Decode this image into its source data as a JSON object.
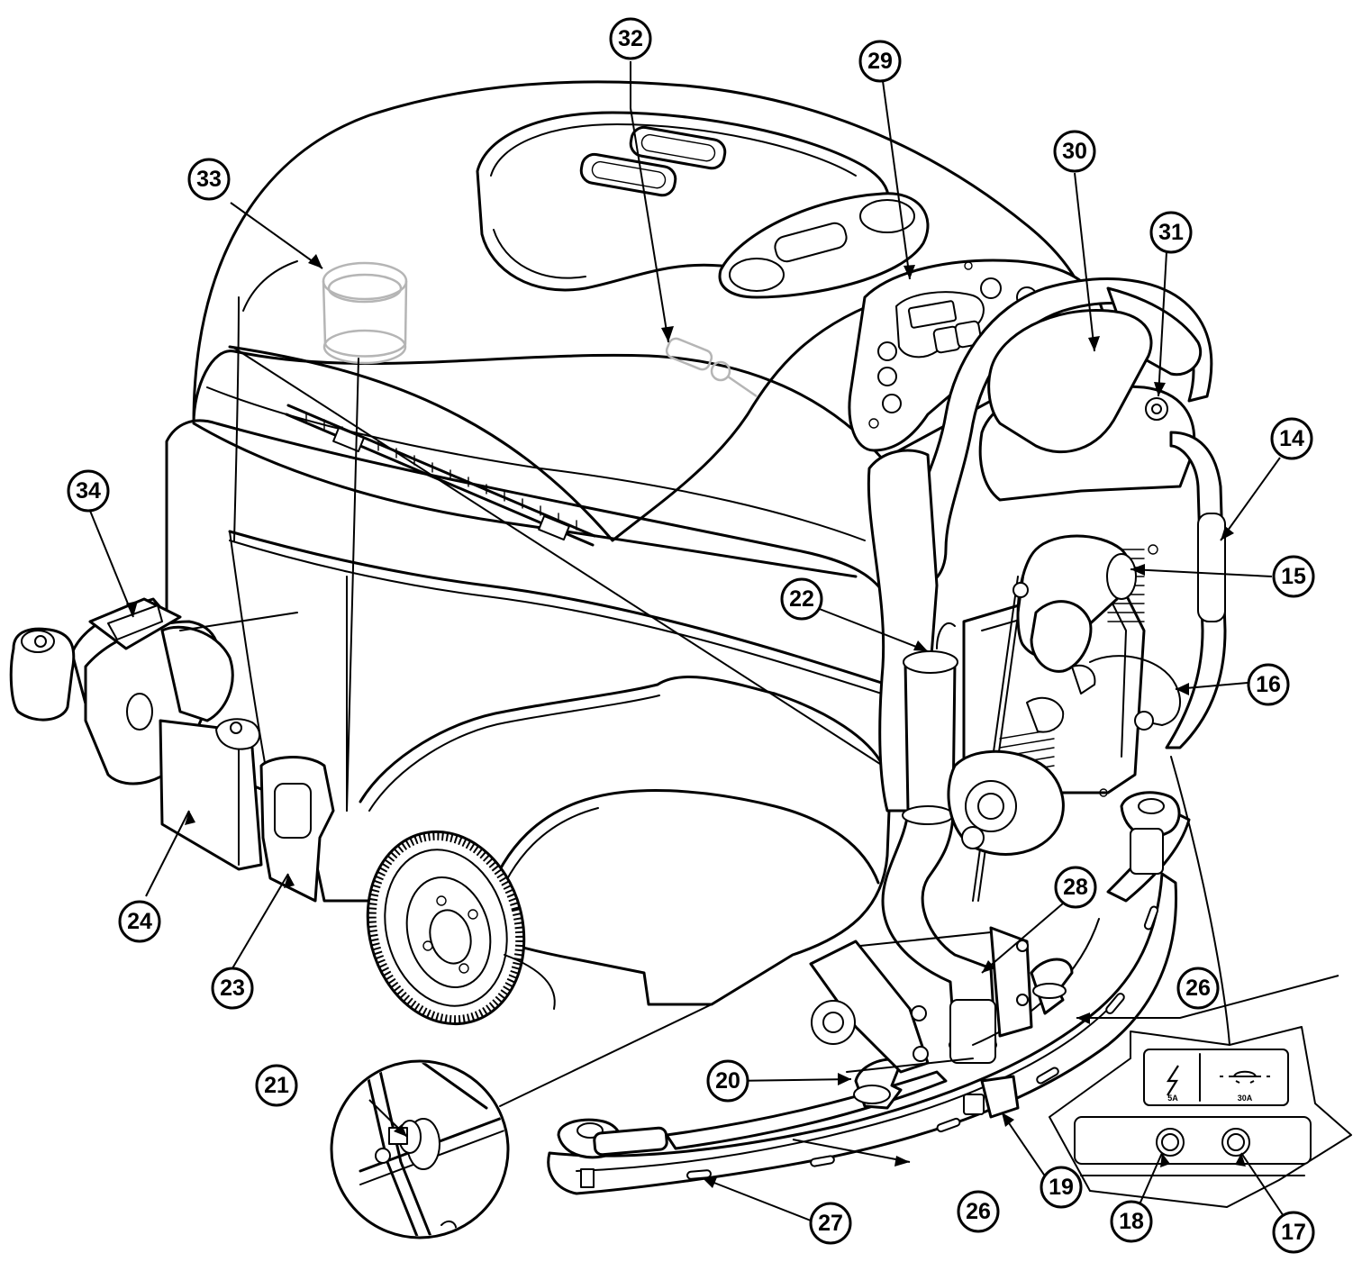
{
  "callouts": [
    {
      "id": "14",
      "label": "14"
    },
    {
      "id": "15",
      "label": "15"
    },
    {
      "id": "16",
      "label": "16"
    },
    {
      "id": "17",
      "label": "17"
    },
    {
      "id": "18",
      "label": "18"
    },
    {
      "id": "19",
      "label": "19"
    },
    {
      "id": "20",
      "label": "20"
    },
    {
      "id": "21",
      "label": "21"
    },
    {
      "id": "22",
      "label": "22"
    },
    {
      "id": "23",
      "label": "23"
    },
    {
      "id": "24",
      "label": "24"
    },
    {
      "id": "26a",
      "label": "26"
    },
    {
      "id": "26b",
      "label": "26"
    },
    {
      "id": "27",
      "label": "27"
    },
    {
      "id": "28",
      "label": "28"
    },
    {
      "id": "29",
      "label": "29"
    },
    {
      "id": "30",
      "label": "30"
    },
    {
      "id": "31",
      "label": "31"
    },
    {
      "id": "32",
      "label": "32"
    },
    {
      "id": "33",
      "label": "33"
    },
    {
      "id": "34",
      "label": "34"
    }
  ],
  "breaker_panel": {
    "left_rating": "5A",
    "right_rating": "30A"
  }
}
